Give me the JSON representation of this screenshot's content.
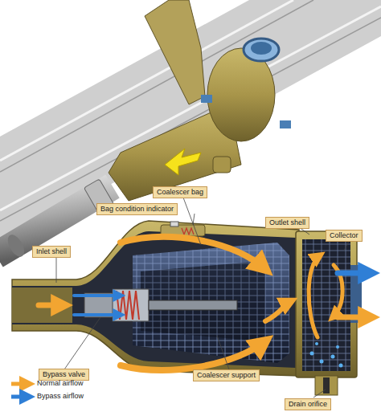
{
  "diagram": {
    "labels": [
      "Coalescer bag",
      "Bag condition indicator",
      "Outlet shell",
      "Collector",
      "Inlet shell",
      "Bypass valve",
      "Coalescer support",
      "Drain orifice"
    ],
    "legend": [
      {
        "text": "Normal airflow"
      },
      {
        "text": "Bypass airflow"
      }
    ]
  }
}
